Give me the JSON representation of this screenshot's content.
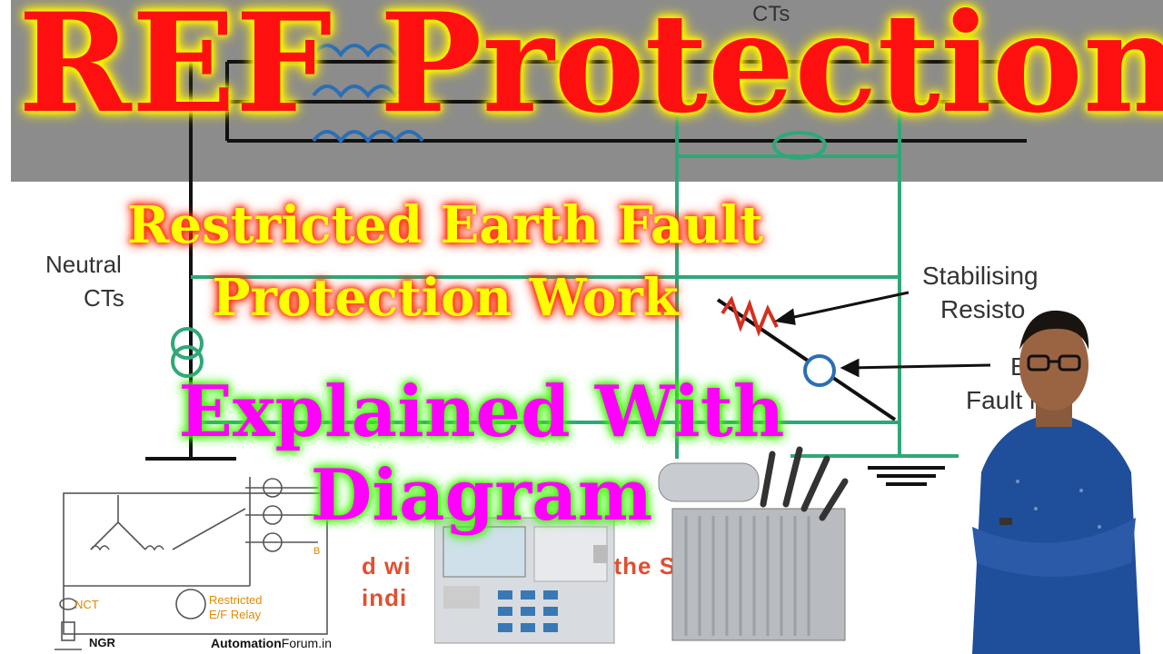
{
  "title": "REF Protection",
  "subtitle_line1": "Restricted Earth Fault",
  "subtitle_line2": "Protection Work",
  "subtitle_line3": "Explained With",
  "subtitle_line4": "Diagram",
  "diagram": {
    "cts_label": "CTs",
    "neutral_label_line1": "Neutral",
    "neutral_label_line2": "CTs",
    "stabilising_line1": "Stabilising",
    "stabilising_line2": "Resisto",
    "earth_fault_line1": "Ea",
    "earth_fault_line2": "Fault  lay"
  },
  "small_diagram": {
    "phase_b": "B",
    "nct_label": "NCT",
    "relay_label_line1": "Restricted",
    "relay_label_line2": "E/F Relay",
    "ngr_label": "NGR",
    "brand_bold": "Automation",
    "brand_rest": "Forum.in"
  },
  "background_text": {
    "line1": "d wi          tec          f the S",
    "line2": "indi          nsfor"
  },
  "colors": {
    "title_red": "#ff1010",
    "glow_yellow": "#ffff00",
    "sub_yellow": "#ffff00",
    "sub_magenta": "#ff00ff",
    "glow_green": "#44ff00",
    "wire_green": "#2fa878",
    "coil_blue": "#2a6fb5"
  }
}
